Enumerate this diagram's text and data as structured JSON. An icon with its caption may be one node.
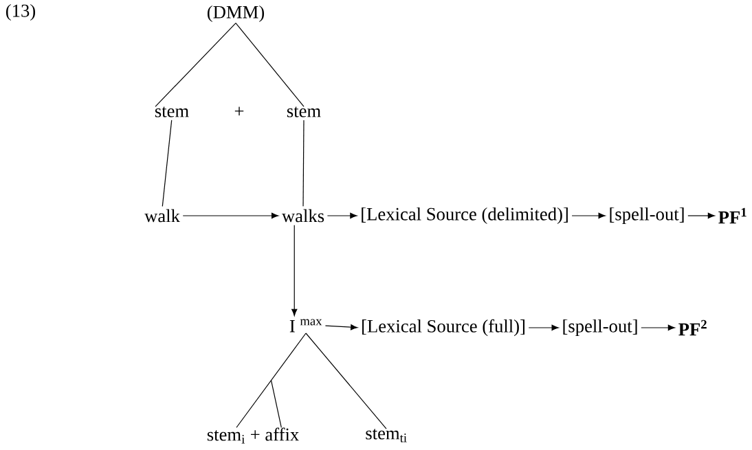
{
  "diagram": {
    "nodes": [
      {
        "text": [
          "(DMM)"
        ]
      },
      {
        "text": [
          "stem"
        ]
      },
      {
        "text": [
          "stem"
        ]
      },
      {
        "text": [
          "walk"
        ]
      },
      {
        "text": [
          "walks"
        ]
      },
      {
        "text": [
          "[Lexical Source (delimited)]"
        ]
      },
      {
        "text": [
          "[spell-out]"
        ]
      },
      {
        "text": [
          "PF$^{1}$"
        ]
      },
      {
        "text": [
          "I $^{max}$"
        ]
      },
      {
        "text": [
          "[Lexical Source (full)]"
        ]
      },
      {
        "text": [
          "[spell-out]"
        ]
      },
      {
        "text": [
          "PF$^{2}$"
        ]
      },
      {
        "text": [
          "stem$_{i}$ + affix"
        ]
      },
      {
        "text": [
          "stem$_{ti}$"
        ]
      }
    ],
    "edges": [
      {
        "from": 0,
        "to": 1,
        "arrow": "none"
      },
      {
        "from": 0,
        "to": 2,
        "arrow": "none"
      },
      {
        "from": 1,
        "to": 3,
        "arrow": "none"
      },
      {
        "from": 2,
        "to": 4,
        "arrow": "none"
      },
      {
        "from": 3,
        "to": 4,
        "arrow": "to"
      },
      {
        "from": 4,
        "to": 5,
        "arrow": "to"
      },
      {
        "from": 5,
        "to": 6,
        "arrow": "to"
      },
      {
        "from": 6,
        "to": 7,
        "arrow": "to"
      },
      {
        "from": 4,
        "to": 8,
        "arrow": "to"
      },
      {
        "from": 8,
        "to": 9,
        "arrow": "to"
      },
      {
        "from": 9,
        "to": 10,
        "arrow": "to"
      },
      {
        "from": 10,
        "to": 11,
        "arrow": "to"
      },
      {
        "from": 8,
        "to": 12,
        "arrow": "none"
      },
      {
        "from": 8,
        "to": 13,
        "arrow": "none"
      }
    ],
    "labels": [
      "(13)",
      "+"
    ]
  }
}
